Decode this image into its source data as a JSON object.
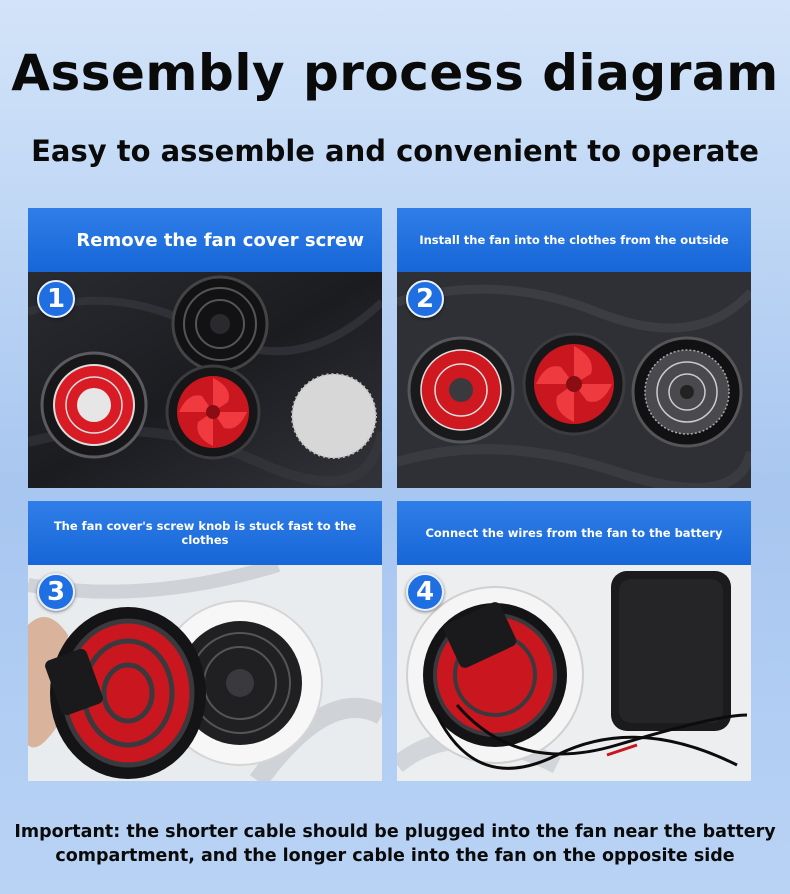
{
  "header": {
    "title": "Assembly process diagram",
    "subtitle": "Easy to assemble and convenient to operate"
  },
  "steps": [
    {
      "number": "1",
      "caption": "Remove the fan cover screw"
    },
    {
      "number": "2",
      "caption": "Install the fan into the clothes from the outside"
    },
    {
      "number": "3",
      "caption": "The fan cover's screw knob is stuck fast to the clothes"
    },
    {
      "number": "4",
      "caption": "Connect the wires from the fan to the battery"
    }
  ],
  "footer": {
    "note_line1": "Important: the shorter cable should be plugged into the fan near the battery",
    "note_line2": "compartment, and the longer cable into the fan on the opposite side"
  },
  "colors": {
    "banner_blue": "#1f6fe3",
    "fan_red": "#d81b24",
    "background_top": "#d3e4f9"
  }
}
